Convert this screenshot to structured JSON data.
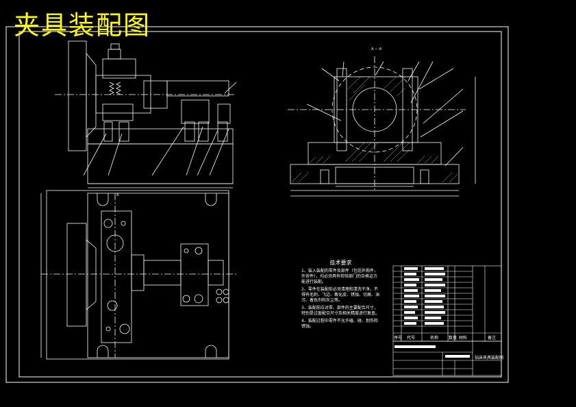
{
  "title": "夹具装配图",
  "section_label": "A — A",
  "view_label_a": "A",
  "tech_requirements": {
    "heading": "技术要求",
    "items": [
      "1、装入装配的零件及部件（包括外购件，外协件），均必须具有检验部门的合格证方能进行装配。",
      "2、零件在装配前必须清理和清洗干净，不得有毛刺、飞边、氧化皮、锈蚀、切屑、油污、着色剂和灰尘等。",
      "3、装配前应对零、部件的主要配合尺寸，特别是过盈配合尺寸及相关精度进行复查。",
      "4、装配过程中零件不允许磕、碰、划伤和锈蚀。"
    ]
  },
  "parts_table_header": {
    "seq": "序号",
    "code": "代号",
    "name": "名称",
    "qty": "数量",
    "material": "材料",
    "note": "备注"
  },
  "title_block": {
    "drawing_name": "钻床夹具装配图"
  },
  "colors": {
    "background": "#000000",
    "lines": "#ffffff",
    "title": "#ffff00",
    "hatch": "#ffffff"
  }
}
